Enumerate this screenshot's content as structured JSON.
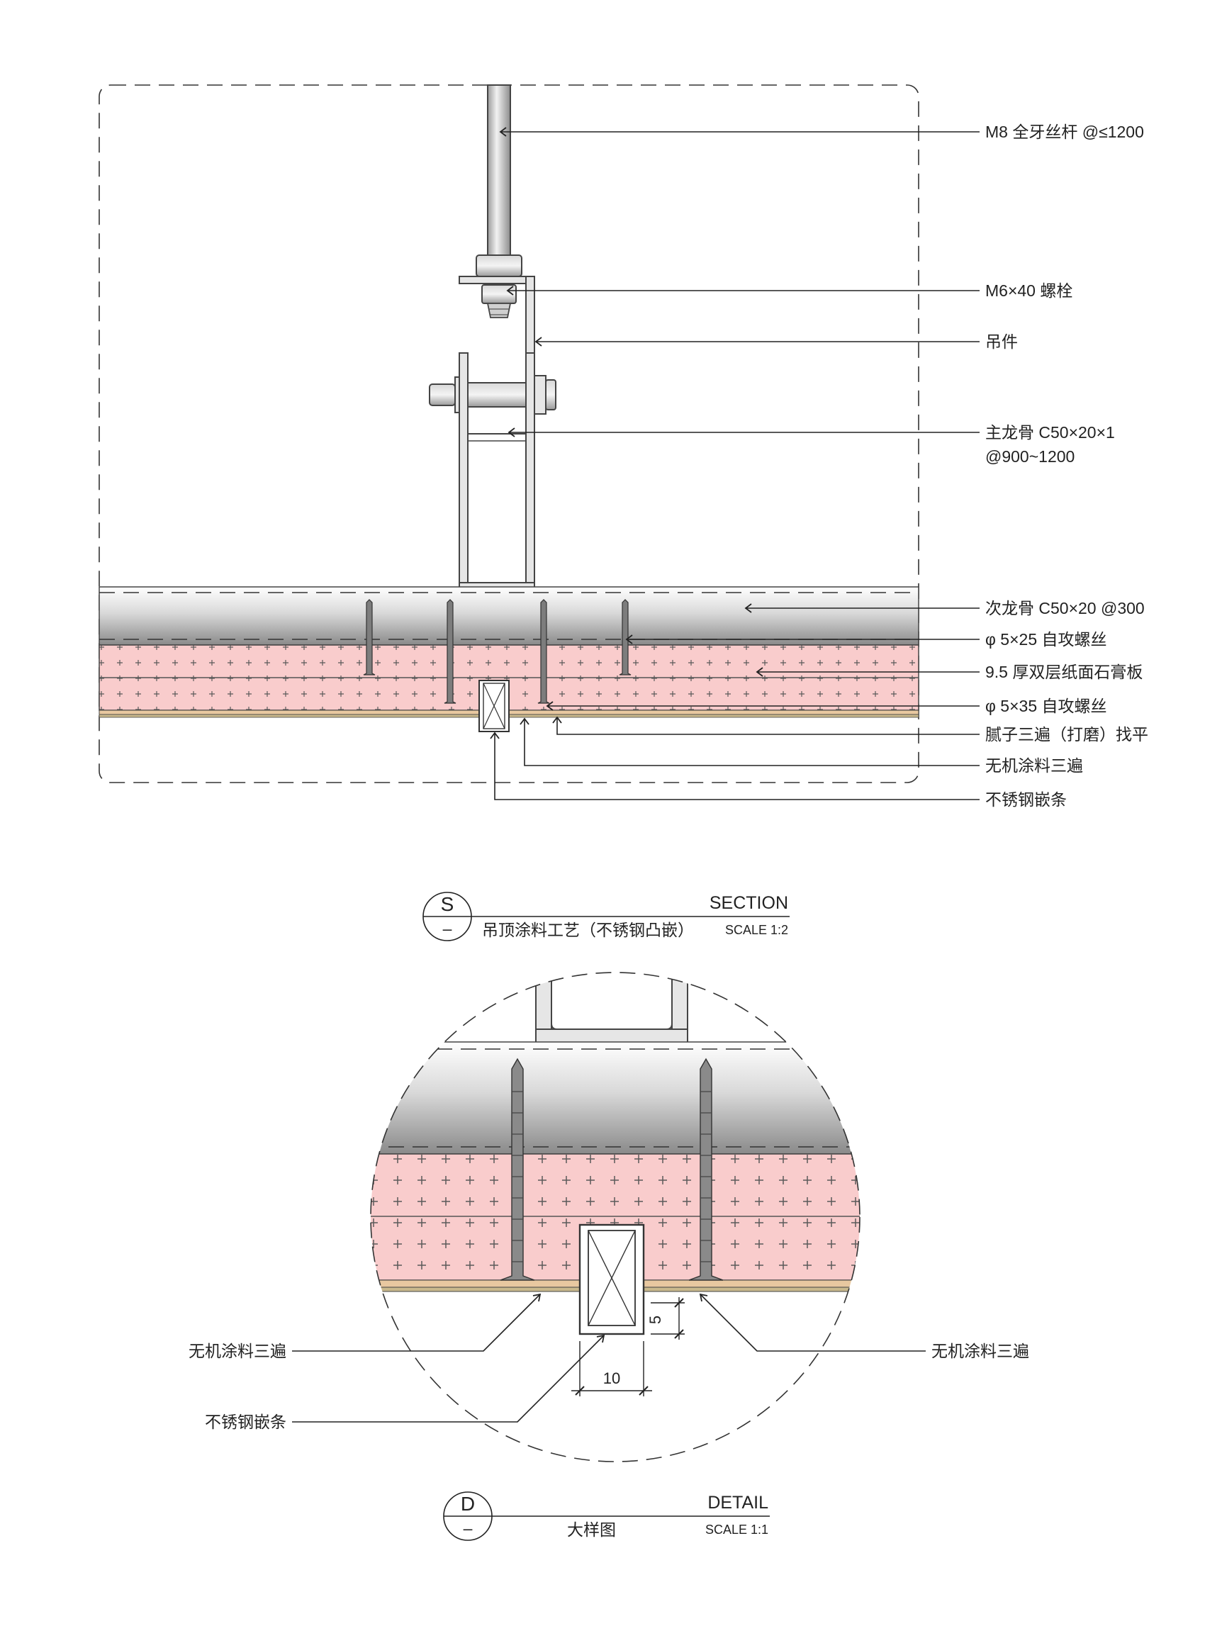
{
  "section": {
    "labels": {
      "rod": "M8 全牙丝杆 @≤1200",
      "bolt": "M6×40 螺栓",
      "hanger": "吊件",
      "main_keel_1": "主龙骨 C50×20×1",
      "main_keel_2": "@900~1200",
      "sub_keel": "次龙骨 C50×20 @300",
      "screw_25": "φ 5×25 自攻螺丝",
      "gypsum": "9.5 厚双层纸面石膏板",
      "screw_35": "φ 5×35 自攻螺丝",
      "putty": "腻子三遍（打磨）找平",
      "paint": "无机涂料三遍",
      "strip": "不锈钢嵌条"
    },
    "title_block": {
      "symbol": "S",
      "sub": "–",
      "type": "SECTION",
      "title": "吊顶涂料工艺（不锈钢凸嵌）",
      "scale": "SCALE 1:2"
    }
  },
  "detail": {
    "labels": {
      "paint_left": "无机涂料三遍",
      "paint_right": "无机涂料三遍",
      "strip": "不锈钢嵌条"
    },
    "dimensions": {
      "depth": "5",
      "width": "10"
    },
    "title_block": {
      "symbol": "D",
      "sub": "–",
      "type": "DETAIL",
      "title": "大样图",
      "scale": "SCALE 1:1"
    }
  },
  "colors": {
    "gypsum_fill": "#f9cccc",
    "gypsum_cross": "#5a5a5a",
    "putty": "#e8c8a0",
    "paint_layer": "#c9b88c"
  }
}
